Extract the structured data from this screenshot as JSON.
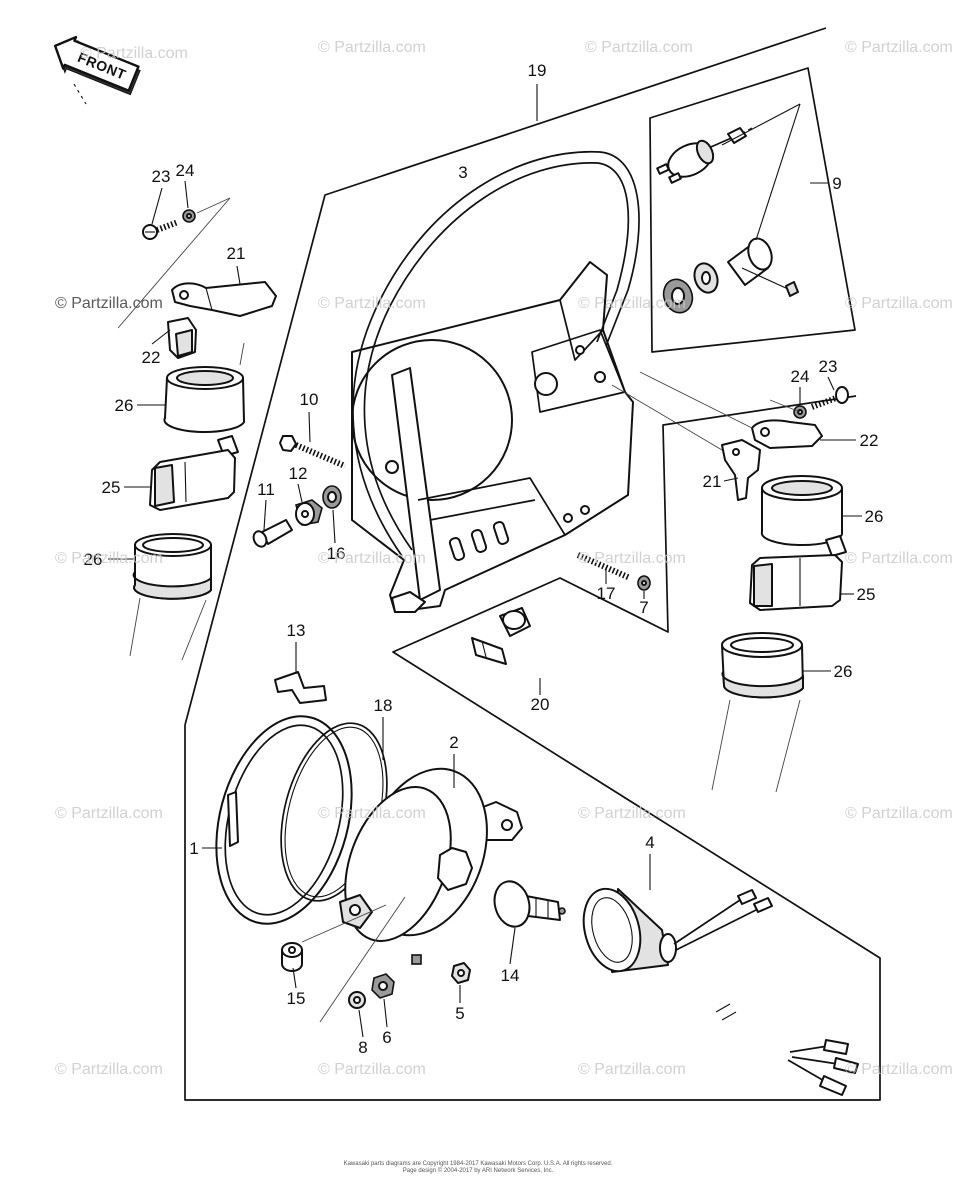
{
  "diagram": {
    "front_label": "FRONT",
    "watermark": "© Partzilla.com",
    "callouts": [
      "19",
      "3",
      "9",
      "23",
      "24",
      "21",
      "22",
      "26",
      "10",
      "24",
      "23",
      "22",
      "12",
      "11",
      "25",
      "21",
      "26",
      "16",
      "26",
      "25",
      "17",
      "7",
      "13",
      "26",
      "20",
      "18",
      "2",
      "1",
      "4",
      "14",
      "15",
      "5",
      "6",
      "8"
    ],
    "footer": [
      "Kawasaki parts diagrams are Copyright 1984-2017 Kawasaki Motors Corp. U.S.A. All rights reserved.",
      "Page design © 2004-2017 by ARI Network Services, Inc."
    ]
  }
}
